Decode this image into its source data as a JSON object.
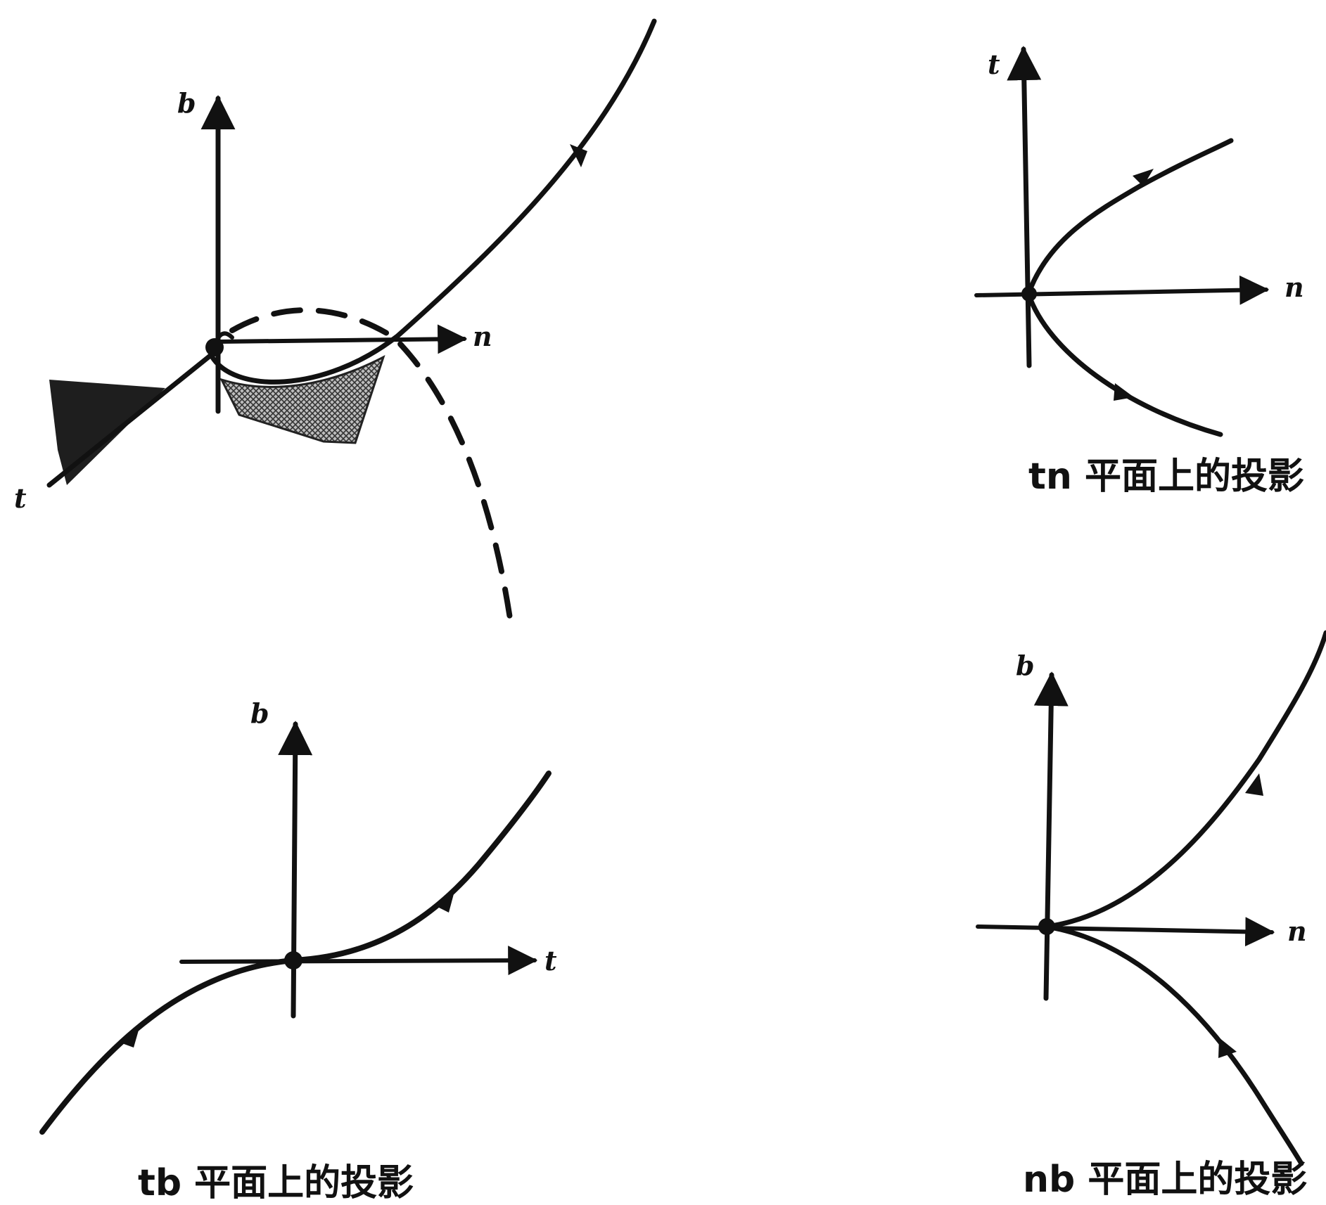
{
  "panels": {
    "main_3d": {
      "axis_b": "b",
      "axis_n": "n",
      "axis_t": "t"
    },
    "tn_projection": {
      "axis_t": "t",
      "axis_n": "n",
      "caption": "tn 平面上的投影"
    },
    "tb_projection": {
      "axis_b": "b",
      "axis_t": "t",
      "caption": "tb 平面上的投影"
    },
    "nb_projection": {
      "axis_b": "b",
      "axis_n": "n",
      "caption": "nb 平面上的投影"
    }
  },
  "colors": {
    "ink": "#111111",
    "shade": "#2a2a2a",
    "paper": "#ffffff"
  }
}
